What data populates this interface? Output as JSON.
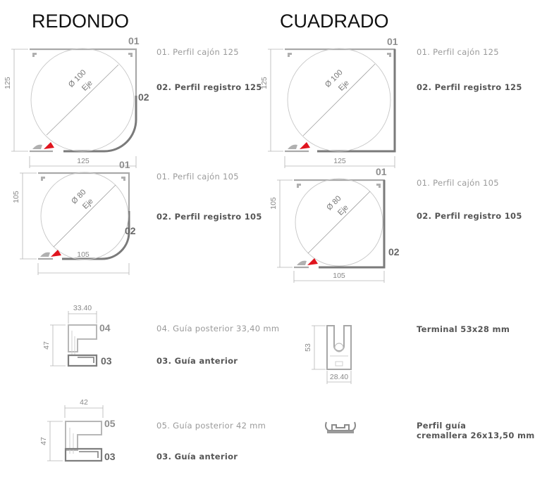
{
  "headings": {
    "round": "REDONDO",
    "square": "CUADRADO"
  },
  "boxes": {
    "round125": {
      "label01": "01",
      "label02": "02",
      "diameter": "Ø 100",
      "axis": "Eje",
      "height": "125",
      "width": "125",
      "text01": "01. Perfil cajón 125",
      "text02": "02. Perfil registro 125"
    },
    "square125": {
      "label01": "01",
      "diameter": "Ø 100",
      "axis": "Eje",
      "height": "125",
      "width": "125",
      "text01": "01. Perfil cajón 125",
      "text02": "02. Perfil registro 125"
    },
    "round105": {
      "label01": "01",
      "label02": "02",
      "diameter": "Ø 80",
      "axis": "Eje",
      "height": "105",
      "width": "105",
      "text01": "01. Perfil cajón 105",
      "text02": "02. Perfil registro 105"
    },
    "square105": {
      "label01": "01",
      "label02": "02",
      "diameter": "Ø 80",
      "axis": "Eje",
      "height": "105",
      "width": "105",
      "text01": "01. Perfil cajón 105",
      "text02": "02. Perfil registro 105"
    }
  },
  "guides": {
    "g1": {
      "top_dim": "33.40",
      "side_dim": "47",
      "label04": "04",
      "label03": "03",
      "text04": "04. Guía posterior 33,40 mm",
      "text03": "03. Guía anterior"
    },
    "g2": {
      "top_dim": "42",
      "side_dim": "47",
      "label05": "05",
      "label03": "03",
      "text05": "05. Guía posterior 42 mm",
      "text03": "03. Guía anterior"
    }
  },
  "terminal": {
    "side_dim": "53",
    "bottom_dim": "28.40",
    "text": "Terminal 53x28 mm"
  },
  "rack": {
    "line1": "Perfil guía",
    "line2": "cremallera 26x13,50 mm"
  },
  "colors": {
    "accent_red": "#e0141e",
    "profile_gray": "#a9a9a9",
    "dark_gray": "#7a7a7a"
  }
}
